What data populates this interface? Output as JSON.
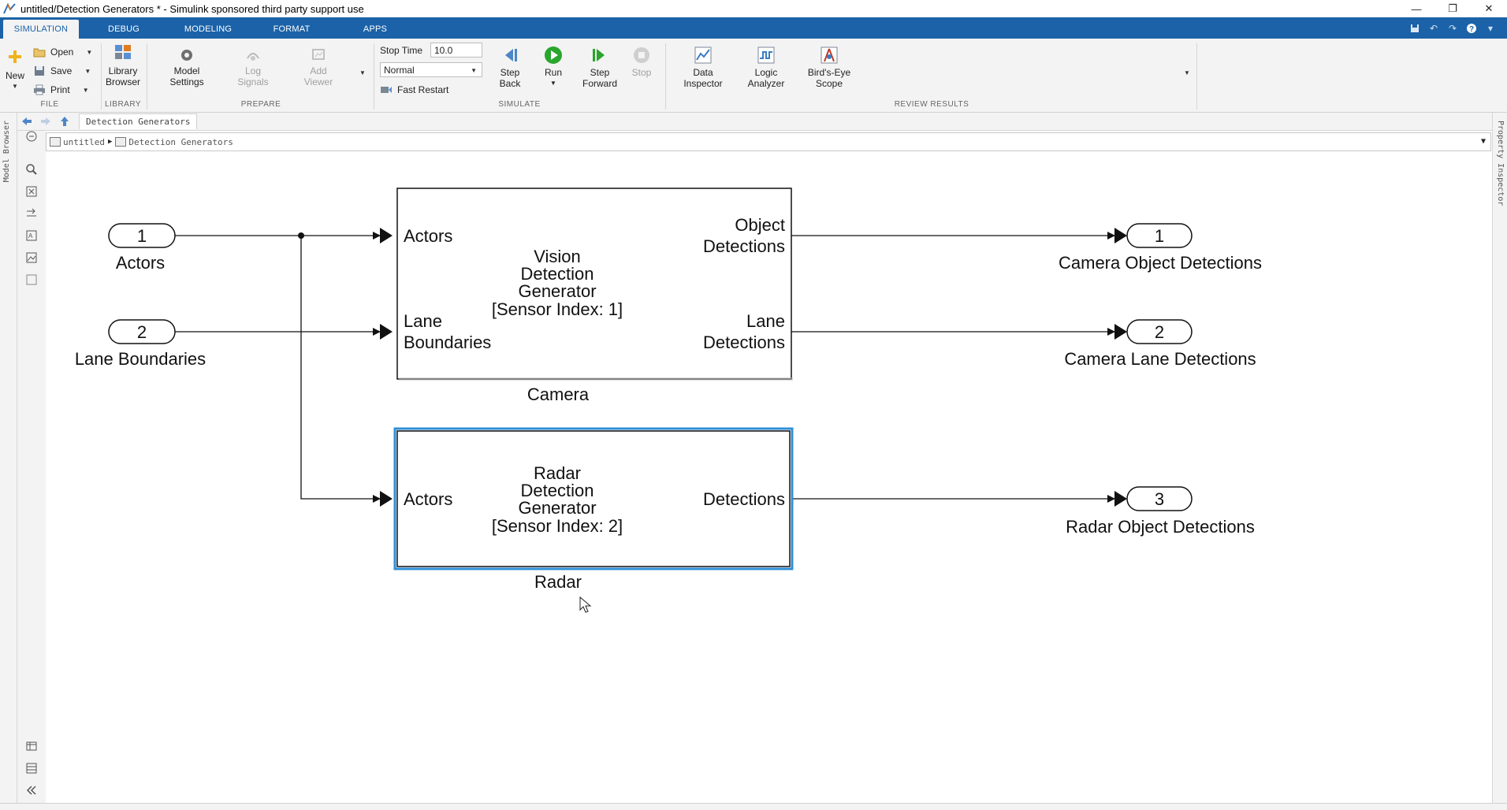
{
  "window": {
    "title": "untitled/Detection Generators * - Simulink sponsored third party support use",
    "minimize": "—",
    "restore": "❐",
    "close": "✕"
  },
  "tabs": [
    {
      "label": "SIMULATION",
      "active": true
    },
    {
      "label": "DEBUG",
      "active": false
    },
    {
      "label": "MODELING",
      "active": false
    },
    {
      "label": "FORMAT",
      "active": false
    },
    {
      "label": "APPS",
      "active": false
    }
  ],
  "ribbon": {
    "file": {
      "new_label": "New",
      "open_label": "Open",
      "save_label": "Save",
      "print_label": "Print",
      "group": "FILE"
    },
    "library": {
      "browser_label_1": "Library",
      "browser_label_2": "Browser",
      "group": "LIBRARY"
    },
    "prepare": {
      "model_settings_1": "Model",
      "model_settings_2": "Settings",
      "log_signals_1": "Log",
      "log_signals_2": "Signals",
      "add_viewer_1": "Add",
      "add_viewer_2": "Viewer",
      "group": "PREPARE"
    },
    "simulate": {
      "stop_time_label": "Stop Time",
      "stop_time_value": "10.0",
      "mode_value": "Normal",
      "fast_restart_label": "Fast Restart",
      "step_back_1": "Step",
      "step_back_2": "Back",
      "run_label": "Run",
      "step_forward_1": "Step",
      "step_forward_2": "Forward",
      "stop_label": "Stop",
      "group": "SIMULATE"
    },
    "review": {
      "data_inspector_1": "Data",
      "data_inspector_2": "Inspector",
      "logic_analyzer_1": "Logic",
      "logic_analyzer_2": "Analyzer",
      "birds_eye_1": "Bird's-Eye",
      "birds_eye_2": "Scope",
      "group": "REVIEW RESULTS"
    }
  },
  "side": {
    "left_panel": "Model Browser",
    "right_panel": "Property Inspector"
  },
  "nav": {
    "tab_name": "Detection Generators",
    "crumbs": [
      "untitled",
      "Detection Generators"
    ]
  },
  "diagram": {
    "inports": [
      {
        "number": "1",
        "name": "Actors"
      },
      {
        "number": "2",
        "name": "Lane Boundaries"
      }
    ],
    "outports": [
      {
        "number": "1",
        "name": "Camera Object Detections"
      },
      {
        "number": "2",
        "name": "Camera Lane Detections"
      },
      {
        "number": "3",
        "name": "Radar Object Detections"
      }
    ],
    "camera": {
      "name": "Camera",
      "in1": "Actors",
      "in2_1": "Lane",
      "in2_2": "Boundaries",
      "out1_1": "Object",
      "out1_2": "Detections",
      "out2_1": "Lane",
      "out2_2": "Detections",
      "title_1": "Vision",
      "title_2": "Detection",
      "title_3": "Generator",
      "title_4": "[Sensor Index: 1]"
    },
    "radar": {
      "name": "Radar",
      "in1": "Actors",
      "out1": "Detections",
      "title_1": "Radar",
      "title_2": "Detection",
      "title_3": "Generator",
      "title_4": "[Sensor Index: 2]"
    },
    "colors": {
      "selection": "#2f8fd6",
      "line": "#111111"
    }
  }
}
